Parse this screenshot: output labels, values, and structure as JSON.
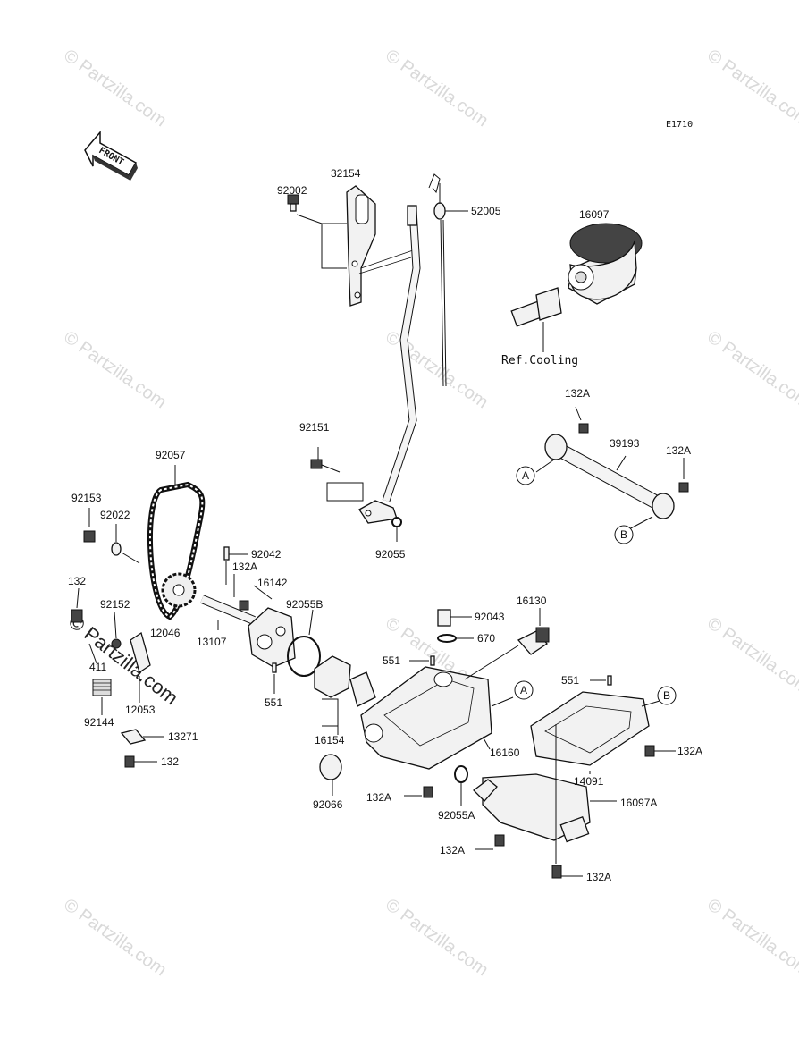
{
  "diagram_code": "E1710",
  "front_label": "FRONT",
  "watermark": "© Partzilla.com",
  "ref_note": "Ref.Cooling",
  "callouts": [
    "A",
    "B"
  ],
  "parts": {
    "p92002": "92002",
    "p32154": "32154",
    "p52005": "52005",
    "p16097": "16097",
    "p132A_1": "132A",
    "p39193": "39193",
    "p132A_2": "132A",
    "p92151": "92151",
    "p92055": "92055",
    "p92057": "92057",
    "p92153": "92153",
    "p92022": "92022",
    "p92042": "92042",
    "p132A_3": "132A",
    "p16142": "16142",
    "p92055B": "92055B",
    "p132": "132",
    "p92152": "92152",
    "p12046": "12046",
    "p13107": "13107",
    "p411": "411",
    "p551_1": "551",
    "p92144": "92144",
    "p12053": "12053",
    "p13271": "13271",
    "p132_2": "132",
    "p16130": "16130",
    "p92043": "92043",
    "p670": "670",
    "p551_2": "551",
    "p551_3": "551",
    "p16154": "16154",
    "p16160": "16160",
    "p92066": "92066",
    "p132A_4": "132A",
    "p92055A": "92055A",
    "p132A_5": "132A",
    "p14091": "14091",
    "p16097A": "16097A",
    "p132A_6": "132A",
    "p132A_7": "132A"
  }
}
